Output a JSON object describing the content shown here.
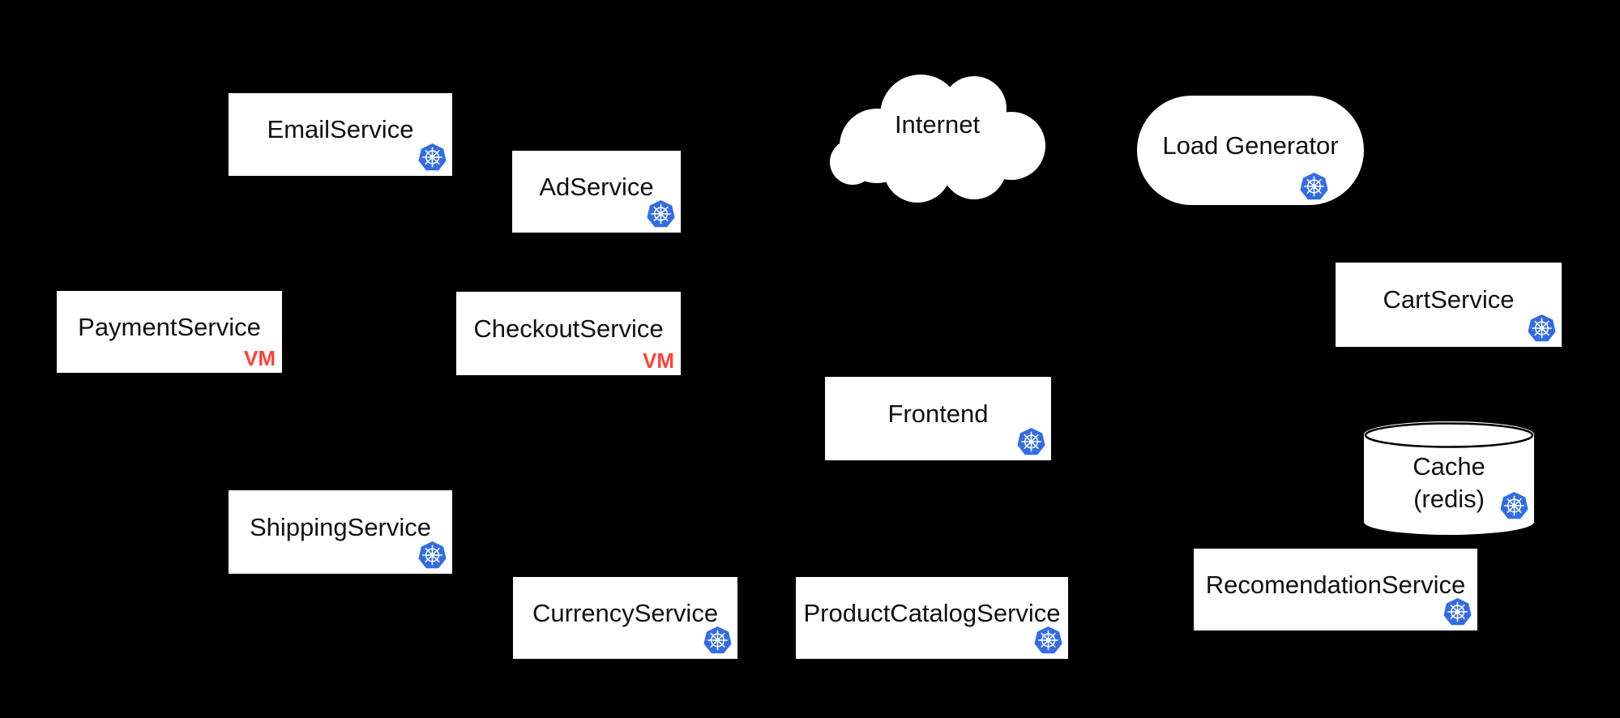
{
  "diagram": {
    "colors": {
      "background": "#000000",
      "node_fill": "#ffffff",
      "node_text": "#111111",
      "vm_red": "#ff4336",
      "kubernetes_blue": "#326ce5",
      "cylinder_rim_stroke": "#000000"
    },
    "vm_label": "VM",
    "nodes": {
      "email_service": {
        "label": "EmailService"
      },
      "ad_service": {
        "label": "AdService"
      },
      "internet": {
        "label": "Internet"
      },
      "load_generator": {
        "label": "Load Generator"
      },
      "payment_service": {
        "label": "PaymentService"
      },
      "checkout_service": {
        "label": "CheckoutService"
      },
      "cart_service": {
        "label": "CartService"
      },
      "frontend": {
        "label": "Frontend"
      },
      "cache": {
        "label_line1": "Cache",
        "label_line2": "(redis)"
      },
      "shipping_service": {
        "label": "ShippingService"
      },
      "currency_service": {
        "label": "CurrencyService"
      },
      "product_catalog_service": {
        "label": "ProductCatalogService"
      },
      "recommendation_service": {
        "label": "RecomendationService"
      }
    },
    "icons": {
      "kubernetes": "kubernetes-icon"
    }
  }
}
